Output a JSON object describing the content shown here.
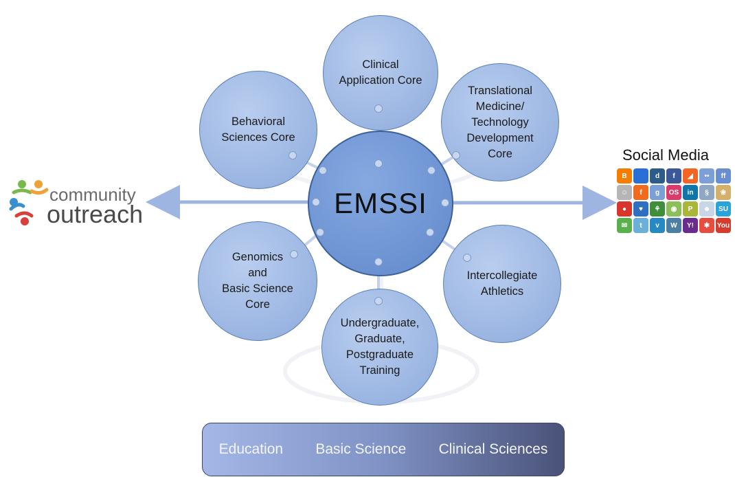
{
  "diagram": {
    "center": "EMSSI",
    "satellites": [
      {
        "id": "clinical",
        "label": "Clinical\nApplication Core"
      },
      {
        "id": "translational",
        "label": "Translational\nMedicine/\nTechnology\nDevelopment\nCore"
      },
      {
        "id": "behavioral",
        "label": "Behavioral\nSciences Core"
      },
      {
        "id": "genomics",
        "label": "Genomics\nand\nBasic Science\nCore"
      },
      {
        "id": "training",
        "label": "Undergraduate,\nGraduate,\nPostgraduate\nTraining"
      },
      {
        "id": "athletics",
        "label": "Intercollegiate\nAthletics"
      }
    ],
    "colors": {
      "satellite": "#9fb9e4",
      "center": "#6f95d4",
      "arrow": "#9db5e0"
    }
  },
  "left_logo": {
    "line1": "community",
    "line2": "outreach"
  },
  "social_media": {
    "title": "Social Media",
    "icons": [
      {
        "name": "blogger",
        "glyph": "B",
        "color": "#f57d00"
      },
      {
        "name": "delicious",
        "glyph": "",
        "color": "#2a6fd6"
      },
      {
        "name": "digg",
        "glyph": "d",
        "color": "#2d5c88"
      },
      {
        "name": "facebook",
        "glyph": "f",
        "color": "#3b5998"
      },
      {
        "name": "rss",
        "glyph": "◢",
        "color": "#f26522"
      },
      {
        "name": "flickr",
        "glyph": "••",
        "color": "#7b9fd6"
      },
      {
        "name": "friendfeed",
        "glyph": "ff",
        "color": "#6a8fd0"
      },
      {
        "name": "gravatar",
        "glyph": "☺",
        "color": "#b5b5b5"
      },
      {
        "name": "friendster",
        "glyph": "f",
        "color": "#f06b1d"
      },
      {
        "name": "google",
        "glyph": "g",
        "color": "#7aa0d6"
      },
      {
        "name": "orkut",
        "glyph": "OS",
        "color": "#d83b6c"
      },
      {
        "name": "linkedin",
        "glyph": "in",
        "color": "#0e76a8"
      },
      {
        "name": "mixx",
        "glyph": "§",
        "color": "#8fa6c4"
      },
      {
        "name": "newsvine",
        "glyph": "❀",
        "color": "#d4b06a"
      },
      {
        "name": "apple",
        "glyph": "●",
        "color": "#d8362a"
      },
      {
        "name": "myspace",
        "glyph": "♥",
        "color": "#2f6fbf"
      },
      {
        "name": "netvibes",
        "glyph": "⚘",
        "color": "#3f8f3a"
      },
      {
        "name": "picasa",
        "glyph": "◉",
        "color": "#8cbf5a"
      },
      {
        "name": "posterous",
        "glyph": "P",
        "color": "#a8b73a"
      },
      {
        "name": "reddit",
        "glyph": "☻",
        "color": "#c9d6e8"
      },
      {
        "name": "stumbleupon",
        "glyph": "SU",
        "color": "#2aa3d8"
      },
      {
        "name": "sharethis",
        "glyph": "✉",
        "color": "#58b14b"
      },
      {
        "name": "technorati",
        "glyph": "t",
        "color": "#6bb0d8"
      },
      {
        "name": "vimeo",
        "glyph": "v",
        "color": "#2589c4"
      },
      {
        "name": "wordpress",
        "glyph": "W",
        "color": "#4c7fa5"
      },
      {
        "name": "yahoo",
        "glyph": "Y!",
        "color": "#6a2b8f"
      },
      {
        "name": "yelp",
        "glyph": "✱",
        "color": "#e64d3f"
      },
      {
        "name": "youtube",
        "glyph": "You",
        "color": "#d63b2e"
      }
    ]
  },
  "bottom_bar": {
    "items": [
      "Education",
      "Basic Science",
      "Clinical Sciences"
    ]
  }
}
